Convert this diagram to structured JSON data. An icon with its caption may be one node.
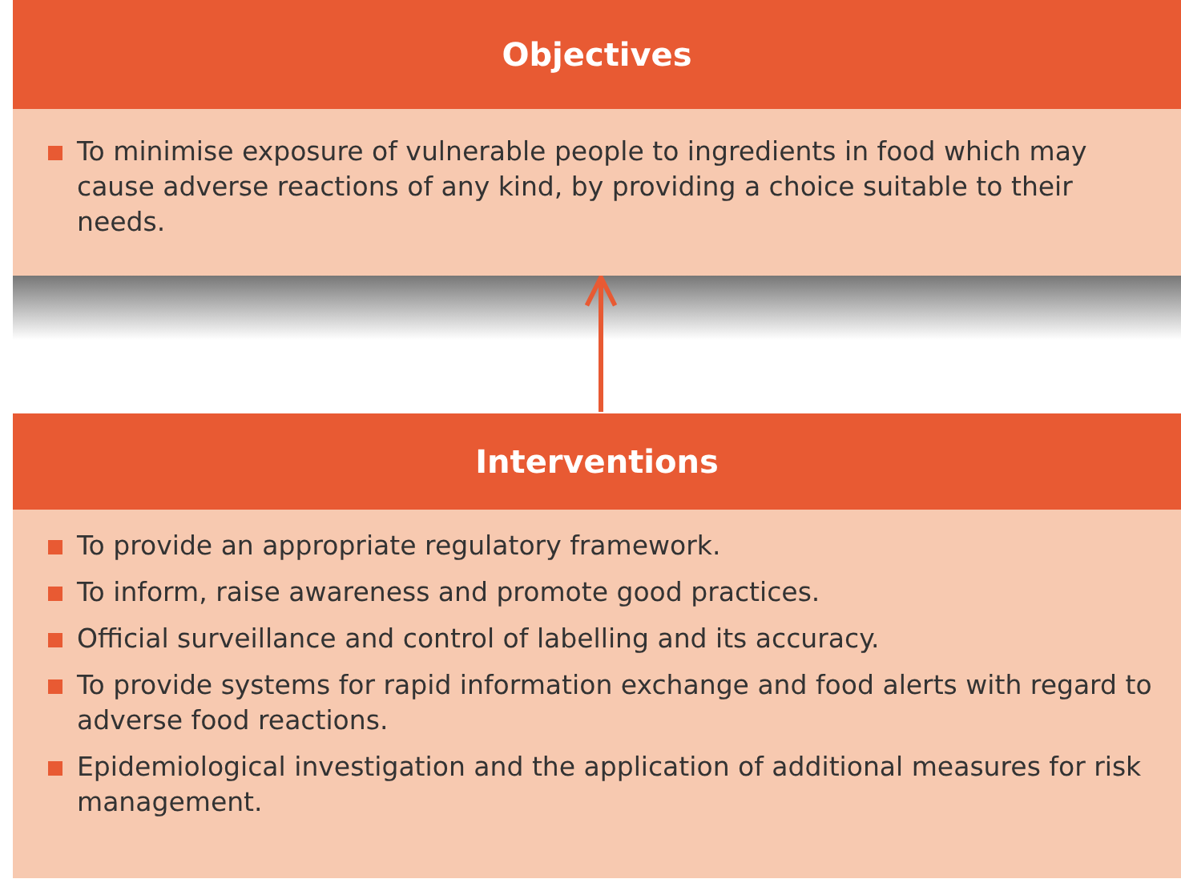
{
  "diagram": {
    "nodes": [
      {
        "text": [
          "Objectives",
          "To minimise exposure of vulnerable people to ingredients in food which may cause adverse reactions of any kind, by providing a choice suitable to their needs."
        ]
      },
      {
        "text": [
          "Interventions",
          "To provide an appropriate regulatory framework.",
          "To inform, raise awareness and promote good practices.",
          "Official surveillance and control of labelling and its accuracy.",
          "To provide systems for rapid information exchange and food alerts with regard to adverse food reactions.",
          "Epidemiological investigation and the application of additional measures for risk management."
        ]
      }
    ],
    "edges": [
      {
        "from": 1,
        "to": 0,
        "arrow": "to"
      }
    ]
  }
}
